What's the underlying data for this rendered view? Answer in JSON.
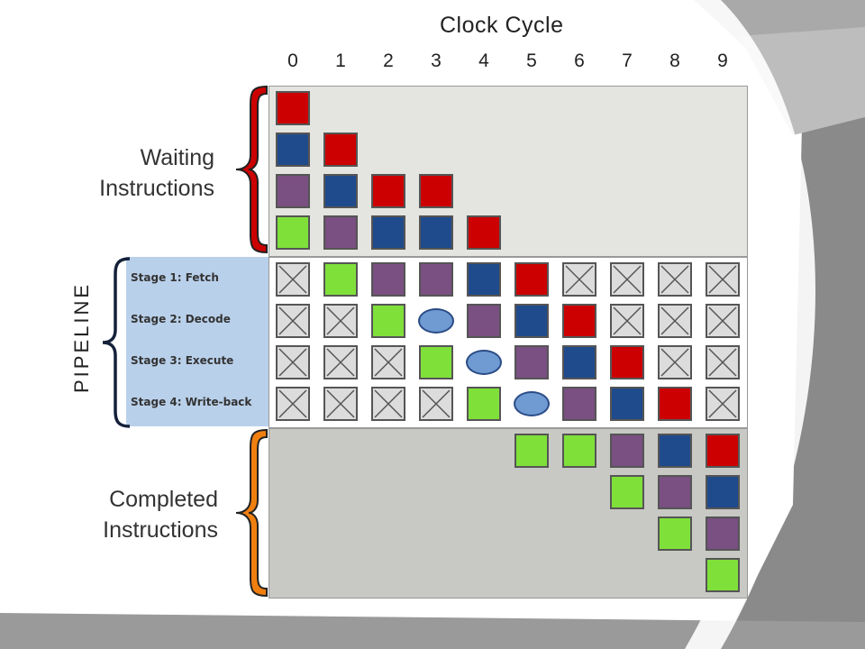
{
  "diagram": {
    "header": {
      "title": "Clock Cycle",
      "cycles": [
        "0",
        "1",
        "2",
        "3",
        "4",
        "5",
        "6",
        "7",
        "8",
        "9"
      ]
    },
    "regions": {
      "waiting": {
        "label_line1": "Waiting",
        "label_line2": "Instructions"
      },
      "pipeline": {
        "label": "PIPELINE"
      },
      "completed": {
        "label_line1": "Completed",
        "label_line2": "Instructions"
      }
    },
    "stages": [
      "Stage 1: Fetch",
      "Stage 2: Decode",
      "Stage 3: Execute",
      "Stage 4: Write-back"
    ],
    "colors": {
      "red": "#cc0000",
      "blue": "#1f4b8c",
      "purple": "#7a4f82",
      "green": "#7fe03a",
      "bubble": "#6f9ad2",
      "brace_waiting": "#cc0000",
      "brace_pipeline": "#15203a",
      "brace_completed": "#f07f10",
      "panel_waiting": "#e4e4e0",
      "panel_pipeline": "#b9d0ea",
      "panel_completed": "#c8c8c4"
    },
    "waiting_queue": [
      [
        "red",
        "blue",
        "purple",
        "green"
      ],
      [
        "red",
        "blue",
        "purple"
      ],
      [
        "red",
        "blue"
      ],
      [
        "red",
        "blue"
      ],
      [
        "red"
      ],
      [],
      [],
      [],
      [],
      []
    ],
    "pipeline_grid": [
      [
        "x",
        "green",
        "purple",
        "purple",
        "blue",
        "red",
        "x",
        "x",
        "x",
        "x"
      ],
      [
        "x",
        "x",
        "green",
        "bubble",
        "purple",
        "blue",
        "red",
        "x",
        "x",
        "x"
      ],
      [
        "x",
        "x",
        "x",
        "green",
        "bubble",
        "purple",
        "blue",
        "red",
        "x",
        "x"
      ],
      [
        "x",
        "x",
        "x",
        "x",
        "green",
        "bubble",
        "purple",
        "blue",
        "red",
        "x"
      ]
    ],
    "completed_stacks": [
      [],
      [],
      [],
      [],
      [],
      [
        "green"
      ],
      [
        "green"
      ],
      [
        "purple",
        "green"
      ],
      [
        "blue",
        "purple",
        "green"
      ],
      [
        "red",
        "blue",
        "purple",
        "green"
      ]
    ]
  }
}
